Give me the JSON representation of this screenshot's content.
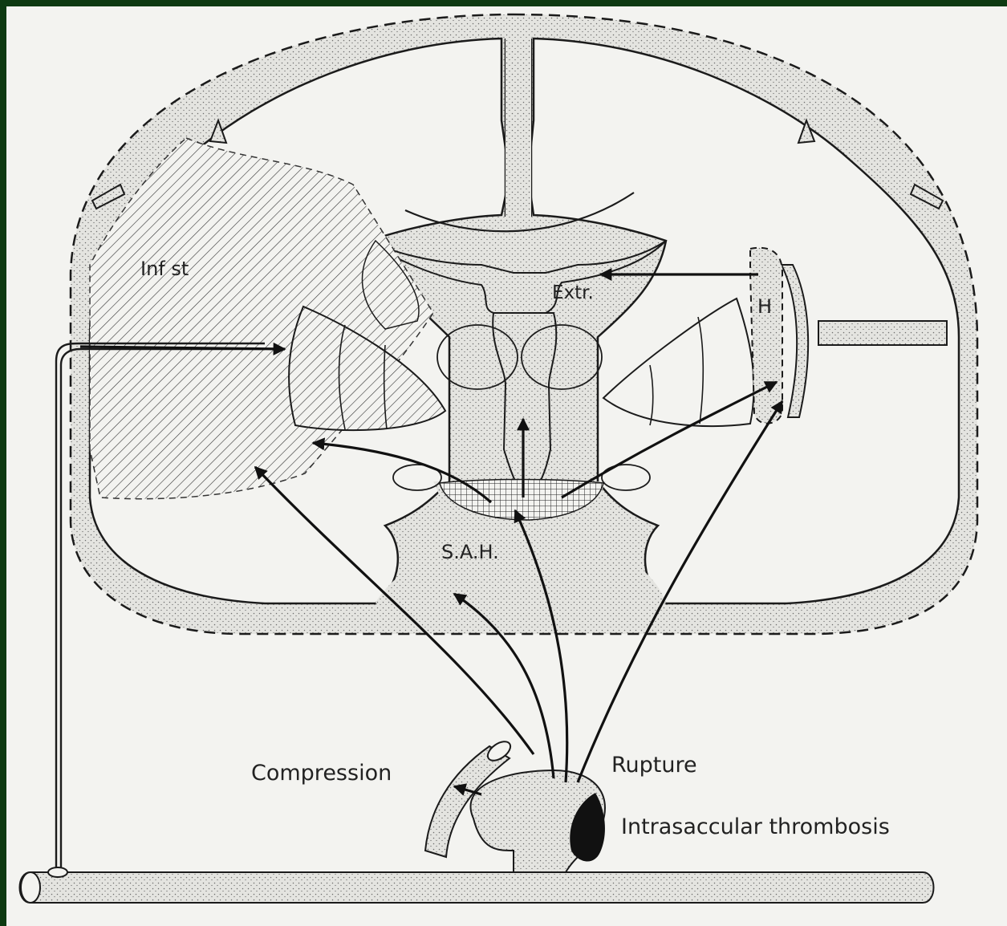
{
  "colors": {
    "border": "#0e3a12",
    "paper": "#f3f3f0",
    "ink": "#1b1b1b",
    "stipple": "#6b6b6b"
  },
  "labels": {
    "infarct": "Inf st",
    "extravasation": "Extr.",
    "hematoma": "H",
    "sah": "S.A.H.",
    "compression": "Compression",
    "rupture": "Rupture",
    "thrombosis": "Intrasaccular thrombosis"
  }
}
